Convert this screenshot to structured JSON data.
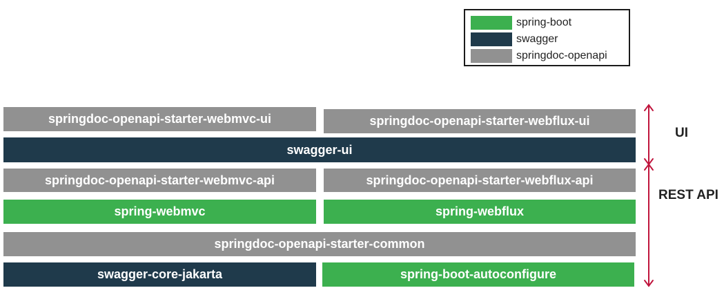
{
  "legend": {
    "items": [
      {
        "label": "spring-boot",
        "color": "#3cb04f"
      },
      {
        "label": "swagger",
        "color": "#1f3a4b"
      },
      {
        "label": "springdoc-openapi",
        "color": "#919191"
      }
    ]
  },
  "blocks": {
    "webmvc_ui": "springdoc-openapi-starter-webmvc-ui",
    "webflux_ui": "springdoc-openapi-starter-webflux-ui",
    "swagger_ui": "swagger-ui",
    "webmvc_api": "springdoc-openapi-starter-webmvc-api",
    "webflux_api": "springdoc-openapi-starter-webflux-api",
    "spring_webmvc": "spring-webmvc",
    "spring_webflux": "spring-webflux",
    "common": "springdoc-openapi-starter-common",
    "swagger_core": "swagger-core-jakarta",
    "autoconfigure": "spring-boot-autoconfigure"
  },
  "side_labels": {
    "ui": "UI",
    "rest_api": "REST API"
  },
  "colors": {
    "arrow": "#c0143c"
  }
}
